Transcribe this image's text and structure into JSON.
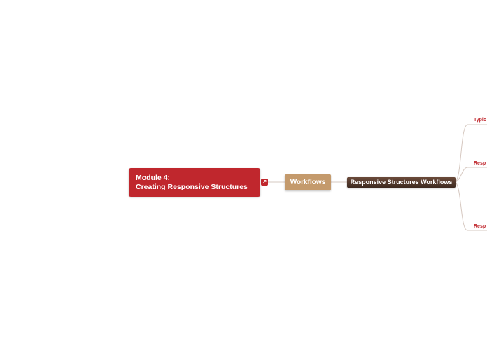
{
  "root": {
    "line1": "Module 4:",
    "line2": "Creating Responsive Structures",
    "collapse_icon": "collapse-branch-icon"
  },
  "branch": {
    "label": "Workflows"
  },
  "subbranch": {
    "label": "Responsive Structures Workflows"
  },
  "leaves": [
    {
      "label": "Typic"
    },
    {
      "label": "Resp"
    },
    {
      "label": "Resp"
    }
  ],
  "colors": {
    "root": "#c0272d",
    "branch": "#c49a6c",
    "subbranch": "#4e362a",
    "leaf_text": "#c0272d",
    "connector": "#d6c8c0"
  }
}
